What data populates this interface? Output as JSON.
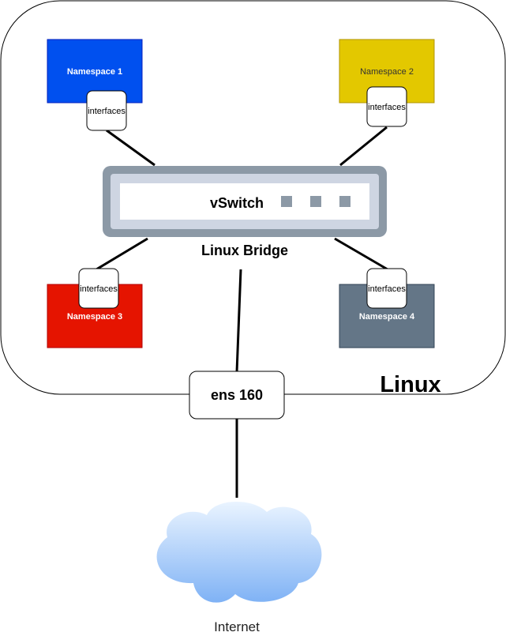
{
  "diagram": {
    "host_label": "Linux",
    "switch_label": "vSwitch",
    "bridge_label": "Linux Bridge",
    "uplink_label": "ens 160",
    "cloud_label": "Internet",
    "interface_label": "interfaces",
    "namespaces": [
      {
        "label": "Namespace 1",
        "color": "#0050EF",
        "text_color": "#FFFFFF"
      },
      {
        "label": "Namespace 2",
        "color": "#E3C800",
        "text_color": "#333333"
      },
      {
        "label": "Namespace 3",
        "color": "#E51400",
        "text_color": "#FFFFFF"
      },
      {
        "label": "Namespace 4",
        "color": "#647687",
        "text_color": "#FFFFFF"
      }
    ],
    "colors": {
      "switch_frame": "#8C99A6",
      "switch_body": "#CED5E2",
      "switch_port": "#8C99A6",
      "cloud_top": "#EAF4FF",
      "cloud_bottom": "#7FB2F5"
    }
  }
}
